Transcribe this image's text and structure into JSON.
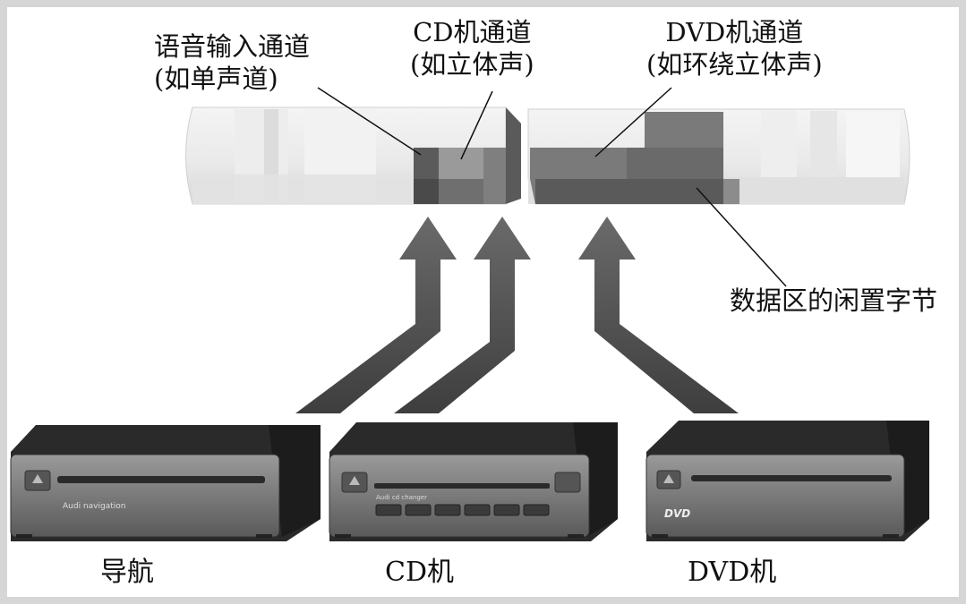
{
  "callouts": {
    "voice_channel": {
      "line1": "语音输入通道",
      "line2": "(如单声道)"
    },
    "cd_channel": {
      "line1": "CD机通道",
      "line2": "(如立体声)"
    },
    "dvd_channel": {
      "line1": "DVD机通道",
      "line2": "(如环绕立体声)"
    },
    "free_bytes": "数据区的闲置字节"
  },
  "devices": {
    "navigation": {
      "label": "导航",
      "faceplate_text": "Audi navigation"
    },
    "cd_player": {
      "label": "CD机",
      "faceplate_text": "Audi cd changer"
    },
    "dvd_player": {
      "label": "DVD机",
      "faceplate_text": "DVD"
    }
  }
}
